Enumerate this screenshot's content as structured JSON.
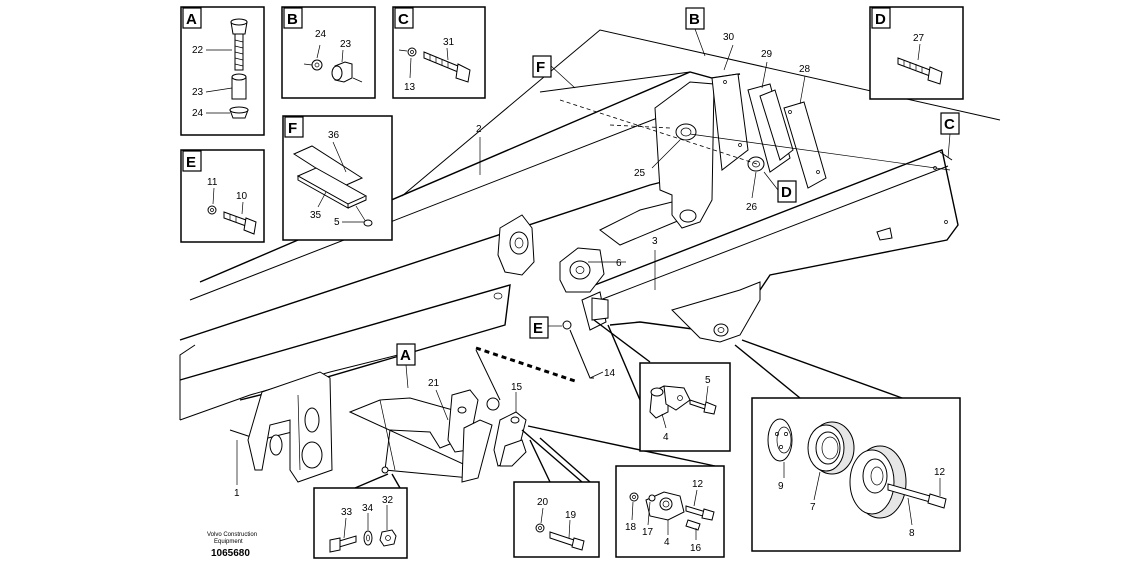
{
  "view_tags": {
    "A": "A",
    "B": "B",
    "C": "C",
    "D": "D",
    "E": "E",
    "F": "F"
  },
  "parts": {
    "p1": "1",
    "p2": "2",
    "p3": "3",
    "p4": "4",
    "p4b": "4",
    "p5": "5",
    "p5b": "5",
    "p6": "6",
    "p7": "7",
    "p8": "8",
    "p9": "9",
    "p10": "10",
    "p11": "11",
    "p12": "12",
    "p12b": "12",
    "p13": "13",
    "p14": "14",
    "p15": "15",
    "p16": "16",
    "p17": "17",
    "p18": "18",
    "p19": "19",
    "p20": "20",
    "p21": "21",
    "p22": "22",
    "p23": "23",
    "p23b": "23",
    "p24": "24",
    "p24b": "24",
    "p25": "25",
    "p26": "26",
    "p27": "27",
    "p28": "28",
    "p29": "29",
    "p30": "30",
    "p31": "31",
    "p32": "32",
    "p33": "33",
    "p34": "34",
    "p35": "35",
    "p36": "36"
  },
  "footer": {
    "brand_line1": "Volvo Construction",
    "brand_line2": "Equipment",
    "doc_id": "1065680"
  }
}
